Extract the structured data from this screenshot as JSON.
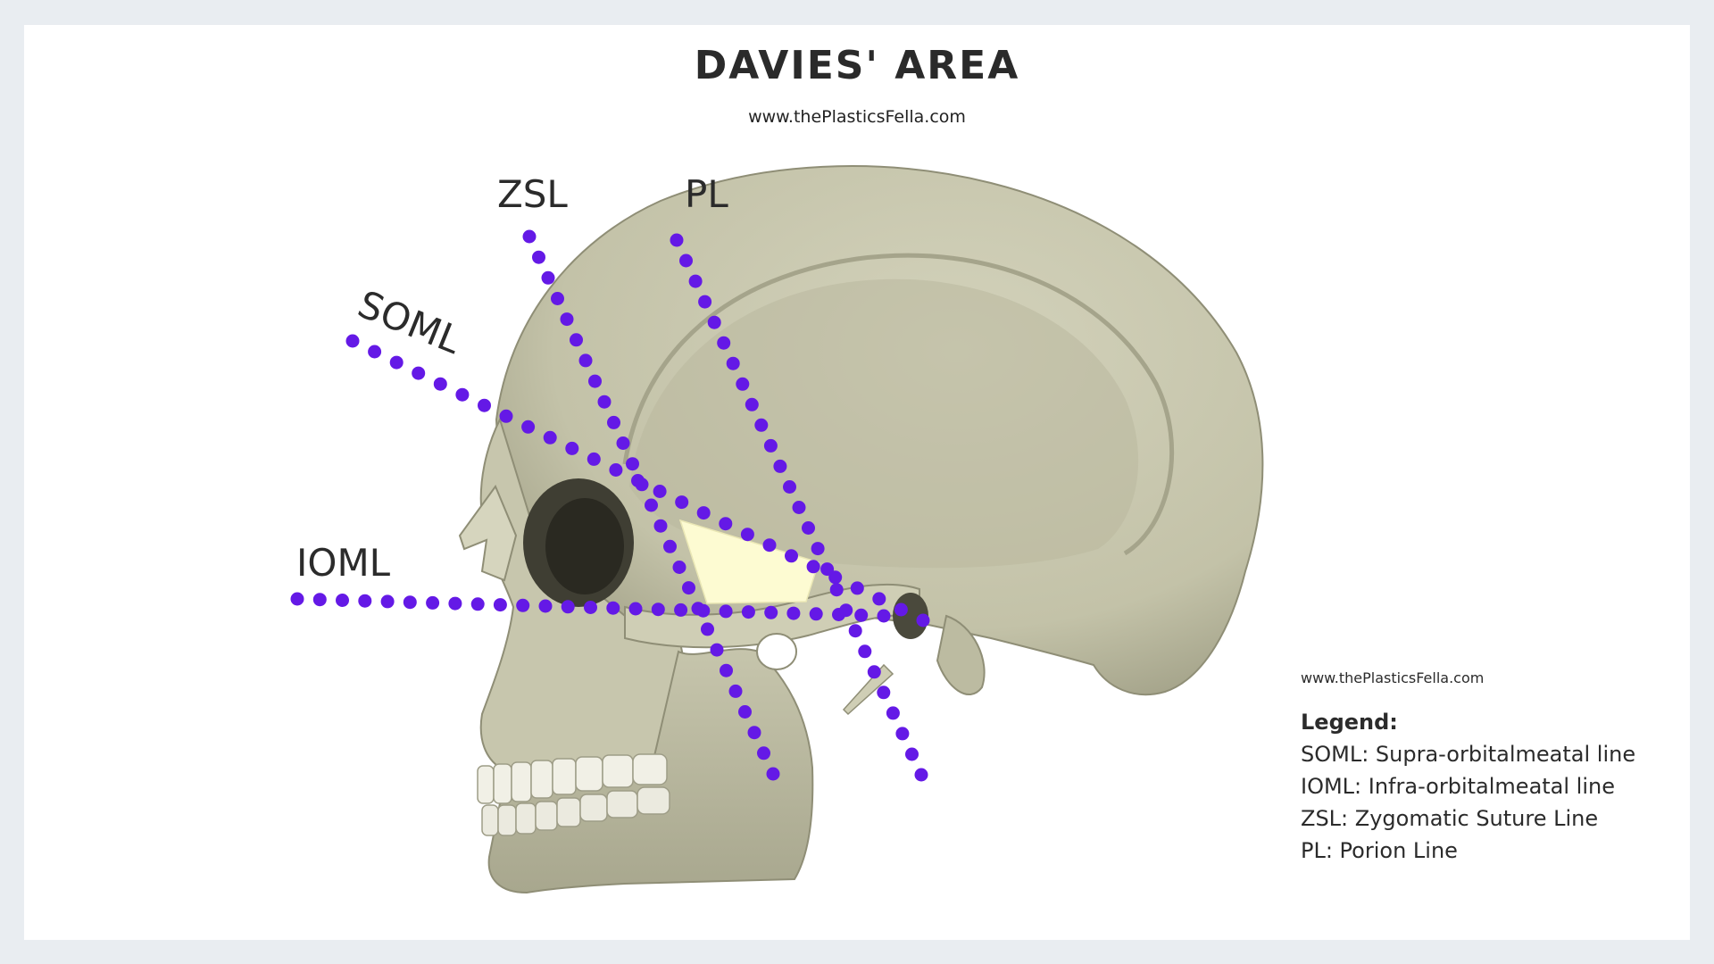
{
  "title": "DAVIES' AREA",
  "subtitle": "www.thePlasticsFella.com",
  "labels": {
    "zsl": "ZSL",
    "pl": "PL",
    "soml": "SOML",
    "ioml": "IOML"
  },
  "legend": {
    "url": "www.thePlasticsFella.com",
    "heading": "Legend:",
    "items": [
      "SOML: Supra-orbitalmeatal line",
      "IOML: Infra-orbitalmeatal line",
      "ZSL: Zygomatic Suture Line",
      "PL: Porion Line"
    ]
  },
  "colors": {
    "dots": "#6419e6",
    "area": "#fdfbd2",
    "bone": "#c9c8b0",
    "bone_shade": "#a9a88f"
  }
}
